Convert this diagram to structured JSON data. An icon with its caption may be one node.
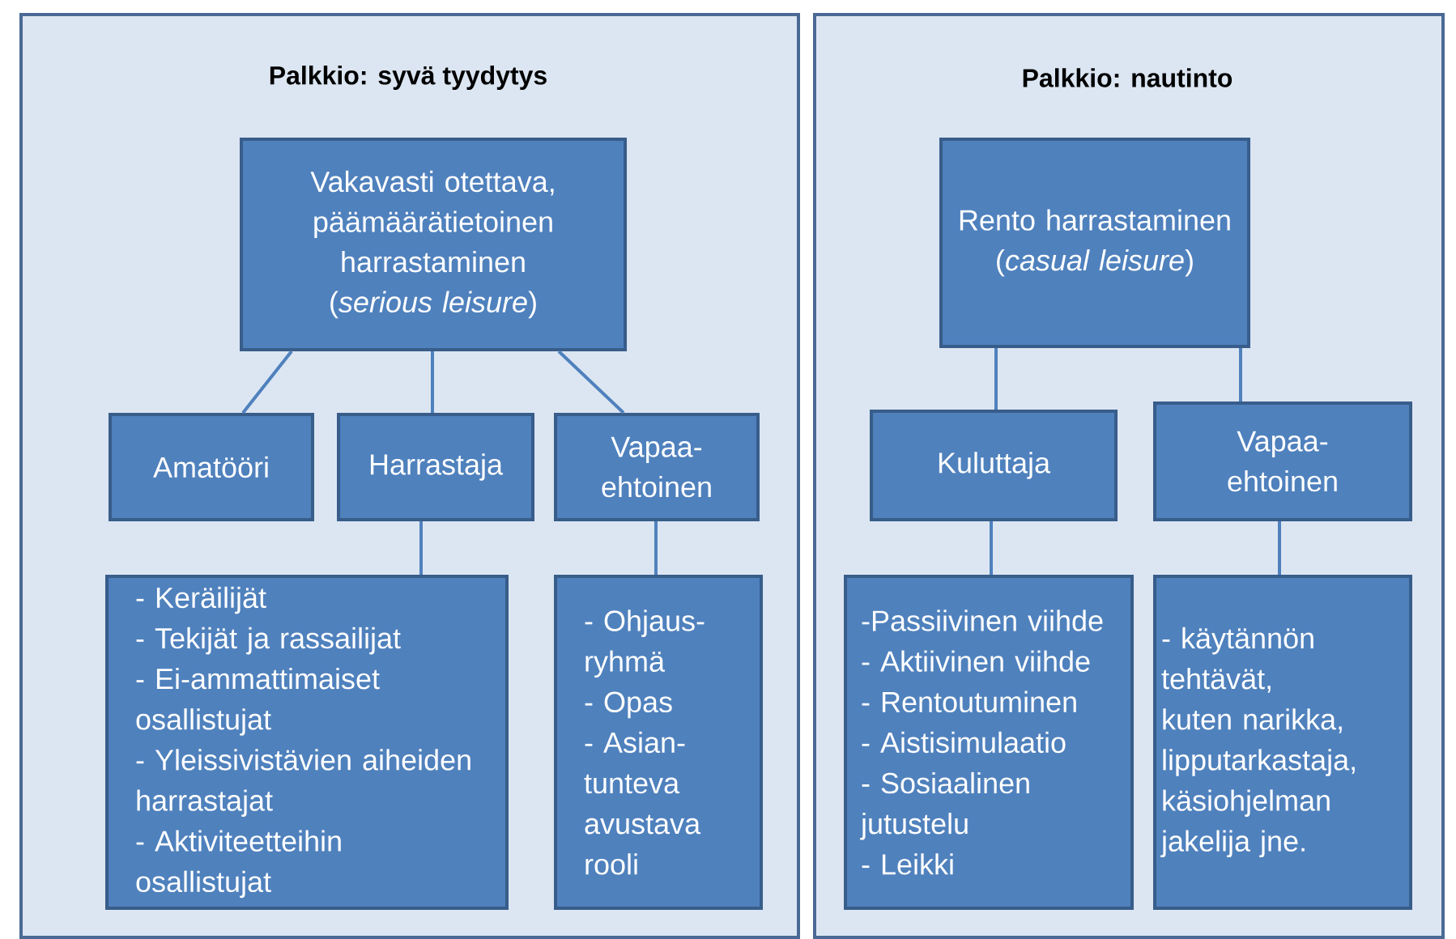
{
  "diagram": {
    "nodes": [
      {
        "text": [
          "Palkkio: syvä tyydytys"
        ]
      },
      {
        "text": [
          "Vakavasti otettava, päämäärätietoinen harrastaminen (*serious leisure*)"
        ],
        "in": 0
      },
      {
        "text": [
          "Amatööri"
        ],
        "in": 0
      },
      {
        "text": [
          "Harrastaja"
        ],
        "in": 0
      },
      {
        "text": [
          "Vapaa-ehtoinen"
        ],
        "in": 0
      },
      {
        "text": [
          "- Keräilijät",
          "- Tekijät ja rassailijat",
          "- Ei-ammattimaiset osallistujat",
          "- Yleissivistävien aiheiden harrastajat",
          "- Aktiviteetteihin osallistujat"
        ],
        "in": 0
      },
      {
        "text": [
          "- Ohjaus-ryhmä",
          "- Opas",
          "- Asian-tunteva avustava rooli"
        ],
        "in": 0
      },
      {
        "text": [
          "Palkkio: nautinto"
        ]
      },
      {
        "text": [
          "Rento harrastaminen (*casual leisure*)"
        ],
        "in": 7
      },
      {
        "text": [
          "Kuluttaja"
        ],
        "in": 7
      },
      {
        "text": [
          "Vapaa-ehtoinen"
        ],
        "in": 7
      },
      {
        "text": [
          "-Passiivinen viihde",
          "- Aktiivinen viihde",
          "- Rentoutuminen",
          "- Aistisimulaatio",
          "- Sosiaalinen jutustelu",
          "- Leikki"
        ],
        "in": 7
      },
      {
        "text": [
          "- käytännön tehtävät, kuten narikka, lipputarkastaja, käsiohjelman jakelija jne."
        ],
        "in": 7
      }
    ],
    "edges": [
      {
        "from": 1,
        "to": 2,
        "arrow": "none"
      },
      {
        "from": 1,
        "to": 3,
        "arrow": "none"
      },
      {
        "from": 1,
        "to": 4,
        "arrow": "none"
      },
      {
        "from": 3,
        "to": 5,
        "arrow": "none"
      },
      {
        "from": 4,
        "to": 6,
        "arrow": "none"
      },
      {
        "from": 8,
        "to": 9,
        "arrow": "none"
      },
      {
        "from": 8,
        "to": 10,
        "arrow": "none"
      },
      {
        "from": 9,
        "to": 11,
        "arrow": "none"
      },
      {
        "from": 10,
        "to": 12,
        "arrow": "none"
      }
    ]
  }
}
